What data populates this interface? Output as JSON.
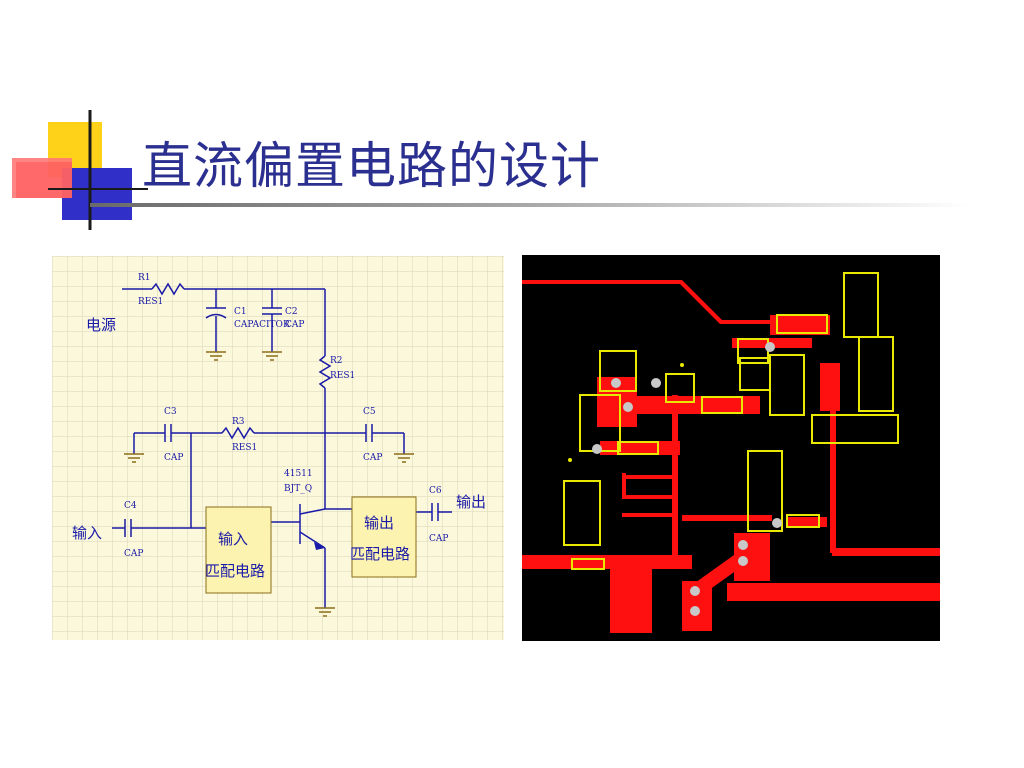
{
  "slide": {
    "title": "直流偏置电路的设计"
  },
  "schematic": {
    "labels": {
      "power": "电源",
      "input": "输入",
      "output": "输出",
      "in_block_line1": "输入",
      "in_block_line2": "匹配电路",
      "out_block_line1": "输出",
      "out_block_line2": "匹配电路"
    },
    "components": {
      "r1_ref": "R1",
      "r1_val": "RES1",
      "c1_ref": "C1",
      "c1_val": "CAPACITOR",
      "c2_ref": "C2",
      "c2_val": "CAP",
      "r2_ref": "R2",
      "r2_val": "RES1",
      "c3_ref": "C3",
      "c3_val": "CAP",
      "r3_ref": "R3",
      "r3_val": "RES1",
      "c5_ref": "C5",
      "c5_val": "CAP",
      "q_ref": "41511",
      "q_val": "BJT_Q",
      "c4_ref": "C4",
      "c4_val": "CAP",
      "c6_ref": "C6",
      "c6_val": "CAP"
    },
    "colors": {
      "grid_bg": "#fbf8dc",
      "grid_line": "#d9d5b8",
      "wire": "#1a1aa8",
      "ground": "#8a6d1a",
      "block_fill": "#fdf3b0"
    }
  },
  "pcb": {
    "colors": {
      "board": "#000000",
      "copper": "#ff1010",
      "outline": "#e8e800",
      "pad": "#c8c8c8"
    }
  }
}
